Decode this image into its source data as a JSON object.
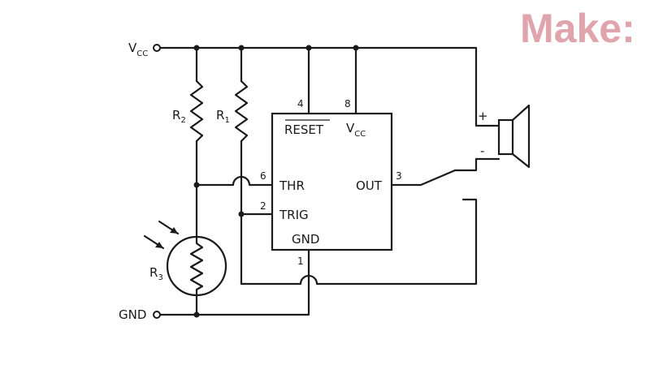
{
  "brand": {
    "logo": "Make:"
  },
  "power": {
    "vcc_main": "V",
    "vcc_sub": "CC",
    "gnd": "GND"
  },
  "resistors": {
    "r1_main": "R",
    "r1_sub": "1",
    "r2_main": "R",
    "r2_sub": "2",
    "r3_main": "R",
    "r3_sub": "3"
  },
  "chip": {
    "reset": "RESET",
    "vcc_main": "V",
    "vcc_sub": "CC",
    "thr": "THR",
    "trig": "TRIG",
    "out": "OUT",
    "gnd": "GND"
  },
  "pins": {
    "p4": "4",
    "p8": "8",
    "p6": "6",
    "p2": "2",
    "p3": "3",
    "p1": "1"
  },
  "speaker": {
    "plus": "+",
    "minus": "-"
  },
  "colors": {
    "line": "#1a1a1a",
    "brand": "#e0a5ac",
    "background": "#ffffff"
  }
}
